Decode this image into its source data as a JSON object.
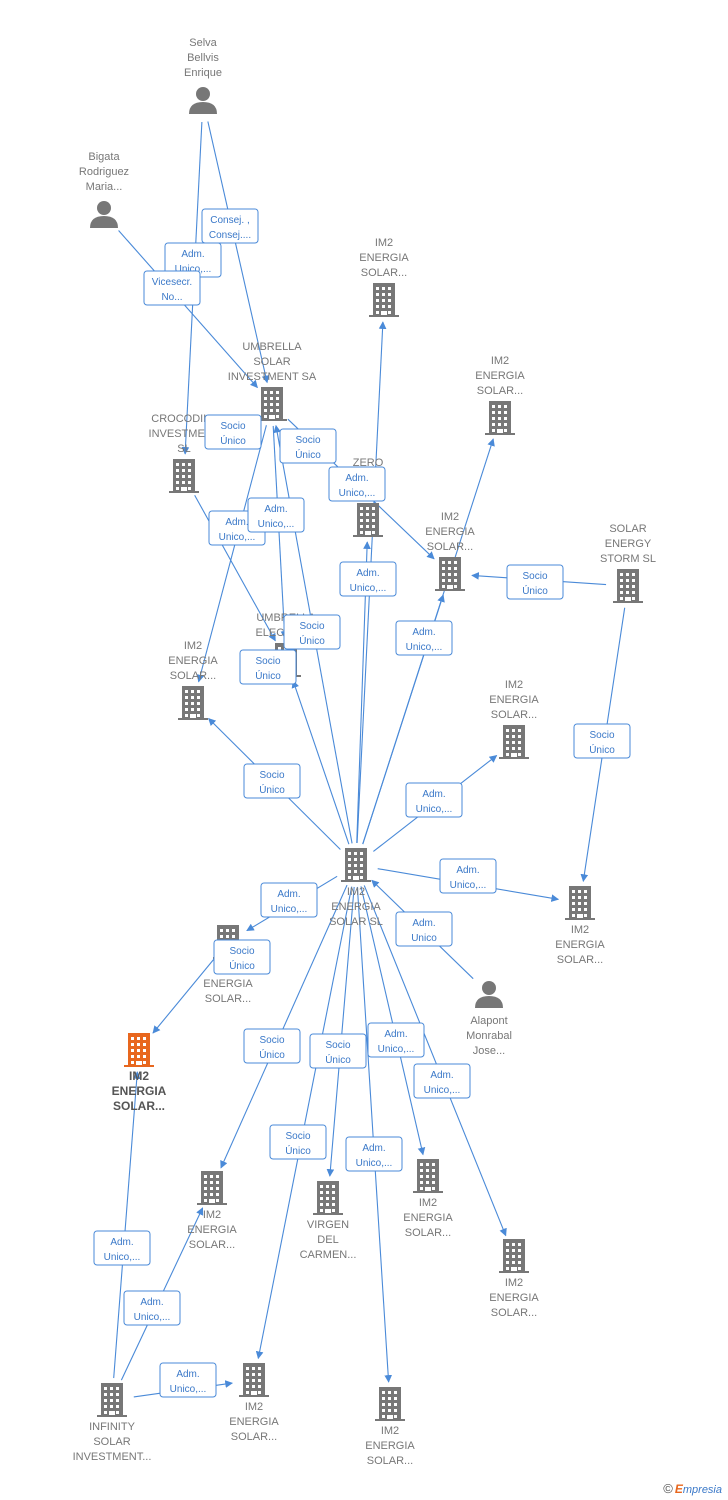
{
  "nodes": [
    {
      "id": "selva",
      "type": "person",
      "lines": [
        "Selva",
        "Bellvis",
        "Enrique"
      ]
    },
    {
      "id": "bigata",
      "type": "person",
      "lines": [
        "Bigata",
        "Rodriguez",
        "Maria..."
      ]
    },
    {
      "id": "im2_top",
      "type": "company",
      "lines": [
        "IM2",
        "ENERGIA",
        "SOLAR..."
      ]
    },
    {
      "id": "umbrella_inv",
      "type": "company",
      "lines": [
        "UMBRELLA",
        "SOLAR",
        "INVESTMENT SA"
      ]
    },
    {
      "id": "im2_r1",
      "type": "company",
      "lines": [
        "IM2",
        "ENERGIA",
        "SOLAR..."
      ]
    },
    {
      "id": "crocodile",
      "type": "company",
      "lines": [
        "CROCODILE",
        "INVESTMENT",
        "SL"
      ]
    },
    {
      "id": "zero",
      "type": "company",
      "lines": [
        "ZERO",
        "... E-",
        "M... SL"
      ]
    },
    {
      "id": "im2_mid",
      "type": "company",
      "lines": [
        "IM2",
        "ENERGIA",
        "SOLAR..."
      ]
    },
    {
      "id": "storm",
      "type": "company",
      "lines": [
        "SOLAR",
        "ENERGY",
        "STORM SL"
      ]
    },
    {
      "id": "umbrella_el",
      "type": "company",
      "lines": [
        "UMBRELLA",
        "ELECTRO..."
      ]
    },
    {
      "id": "im2_left",
      "type": "company",
      "lines": [
        "IM2",
        "ENERGIA",
        "SOLAR..."
      ]
    },
    {
      "id": "im2_r2",
      "type": "company",
      "lines": [
        "IM2",
        "ENERGIA",
        "SOLAR..."
      ]
    },
    {
      "id": "center",
      "type": "company",
      "lines": [
        "IM2",
        "ENERGIA",
        "SOLAR SL"
      ]
    },
    {
      "id": "im2_r3",
      "type": "company",
      "lines": [
        "IM2",
        "ENERGIA",
        "SOLAR..."
      ]
    },
    {
      "id": "im2_cl",
      "type": "company",
      "lines": [
        "IM2",
        "ENERGIA",
        "SOLAR..."
      ]
    },
    {
      "id": "alapont",
      "type": "person",
      "lines": [
        "Alapont",
        "Monrabal",
        "Jose..."
      ]
    },
    {
      "id": "im2_main",
      "type": "company_highlight",
      "lines": [
        "IM2",
        "ENERGIA",
        "SOLAR..."
      ]
    },
    {
      "id": "im2_b1",
      "type": "company",
      "lines": [
        "IM2",
        "ENERGIA",
        "SOLAR..."
      ]
    },
    {
      "id": "virgen",
      "type": "company",
      "lines": [
        "VIRGEN",
        "DEL",
        "CARMEN..."
      ]
    },
    {
      "id": "im2_b2",
      "type": "company",
      "lines": [
        "IM2",
        "ENERGIA",
        "SOLAR..."
      ]
    },
    {
      "id": "im2_b3",
      "type": "company",
      "lines": [
        "IM2",
        "ENERGIA",
        "SOLAR..."
      ]
    },
    {
      "id": "infinity",
      "type": "company",
      "lines": [
        "INFINITY",
        "SOLAR",
        "INVESTMENT..."
      ]
    },
    {
      "id": "im2_b4",
      "type": "company",
      "lines": [
        "IM2",
        "ENERGIA",
        "SOLAR..."
      ]
    },
    {
      "id": "im2_b5",
      "type": "company",
      "lines": [
        "IM2",
        "ENERGIA",
        "SOLAR..."
      ]
    }
  ],
  "edges": [
    {
      "from": "selva",
      "to": "umbrella_inv",
      "label": [
        "Consej. ,",
        "Consej...."
      ]
    },
    {
      "from": "selva",
      "to": "crocodile",
      "label": [
        "Adm.",
        "Unico,..."
      ]
    },
    {
      "from": "bigata",
      "to": "umbrella_inv",
      "label": [
        "Vicesecr.",
        "No..."
      ]
    },
    {
      "from": "umbrella_inv",
      "to": "im2_left",
      "label": [
        "Adm.",
        "Unico,..."
      ]
    },
    {
      "from": "umbrella_inv",
      "to": "umbrella_el",
      "label": [
        "Adm.",
        "Unico,..."
      ]
    },
    {
      "from": "umbrella_inv",
      "to": "im2_mid",
      "label": [
        "Socio",
        "Único"
      ]
    },
    {
      "from": "crocodile",
      "to": "umbrella_el",
      "label": [
        "Socio",
        "Único"
      ]
    },
    {
      "from": "center",
      "to": "im2_top",
      "label": []
    },
    {
      "from": "center",
      "to": "im2_r1",
      "label": [
        "Adm.",
        "Unico,..."
      ]
    },
    {
      "from": "center",
      "to": "zero",
      "label": [
        "Adm.",
        "Unico,..."
      ]
    },
    {
      "from": "center",
      "to": "im2_mid",
      "label": [
        "Adm.",
        "Unico,..."
      ]
    },
    {
      "from": "center",
      "to": "umbrella_inv",
      "label": [
        "Socio",
        "Único"
      ]
    },
    {
      "from": "center",
      "to": "umbrella_el",
      "label": [
        "Socio",
        "Único"
      ]
    },
    {
      "from": "center",
      "to": "im2_left",
      "label": [
        "Socio",
        "Único"
      ]
    },
    {
      "from": "center",
      "to": "im2_r2",
      "label": [
        "Adm.",
        "Unico,..."
      ]
    },
    {
      "from": "center",
      "to": "im2_r3",
      "label": [
        "Adm.",
        "Unico,..."
      ]
    },
    {
      "from": "storm",
      "to": "im2_mid",
      "label": [
        "Socio",
        "Único"
      ]
    },
    {
      "from": "storm",
      "to": "im2_r3",
      "label": [
        "Socio",
        "Único"
      ]
    },
    {
      "from": "alapont",
      "to": "center",
      "label": [
        "Adm.",
        "Unico"
      ]
    },
    {
      "from": "center",
      "to": "im2_cl",
      "label": [
        "Adm.",
        "Unico,..."
      ]
    },
    {
      "from": "im2_cl",
      "to": "im2_main",
      "label": [
        "Socio",
        "Único"
      ]
    },
    {
      "from": "center",
      "to": "im2_b1",
      "label": [
        "Socio",
        "Único"
      ]
    },
    {
      "from": "center",
      "to": "virgen",
      "label": [
        "Socio",
        "Único"
      ]
    },
    {
      "from": "center",
      "to": "im2_b4",
      "label": [
        "Socio",
        "Único"
      ]
    },
    {
      "from": "center",
      "to": "im2_b2",
      "label": [
        "Adm.",
        "Unico,..."
      ]
    },
    {
      "from": "center",
      "to": "im2_b3",
      "label": [
        "Adm.",
        "Unico,..."
      ]
    },
    {
      "from": "center",
      "to": "im2_b5",
      "label": [
        "Adm.",
        "Unico,..."
      ]
    },
    {
      "from": "infinity",
      "to": "im2_main",
      "label": [
        "Adm.",
        "Unico,..."
      ]
    },
    {
      "from": "infinity",
      "to": "im2_b1",
      "label": [
        "Adm.",
        "Unico,..."
      ]
    },
    {
      "from": "infinity",
      "to": "im2_b4",
      "label": [
        "Adm.",
        "Unico,..."
      ]
    }
  ],
  "colors": {
    "edge": "#4a8ad8",
    "node": "#777777",
    "highlight": "#e8671e"
  },
  "footer": {
    "copyright": "©",
    "brand_initial": "E",
    "brand_rest": "mpresia"
  }
}
